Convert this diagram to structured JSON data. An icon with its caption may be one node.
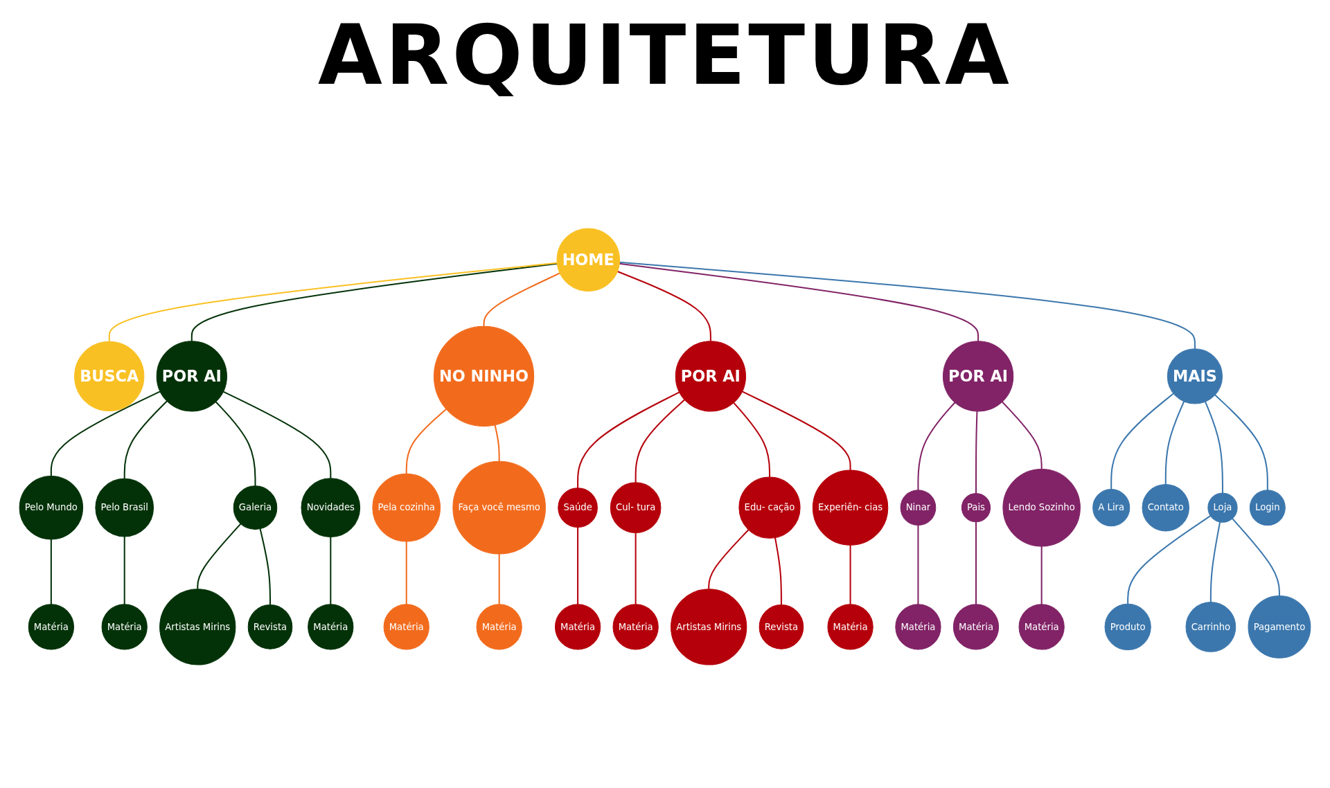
{
  "diagram": {
    "title": "ARQUITETURA",
    "nodes": [
      {
        "text": [
          "HOME"
        ]
      },
      {
        "text": [
          "BUSCA"
        ]
      },
      {
        "text": [
          "POR AI"
        ]
      },
      {
        "text": [
          "Pelo Mundo"
        ]
      },
      {
        "text": [
          "Matéria"
        ]
      },
      {
        "text": [
          "Pelo Brasil"
        ]
      },
      {
        "text": [
          "Matéria"
        ]
      },
      {
        "text": [
          "Galeria"
        ]
      },
      {
        "text": [
          "Artistas Mirins"
        ]
      },
      {
        "text": [
          "Revista"
        ]
      },
      {
        "text": [
          "Novidades"
        ]
      },
      {
        "text": [
          "Matéria"
        ]
      },
      {
        "text": [
          "NO NINHO"
        ]
      },
      {
        "text": [
          "Pela cozinha"
        ]
      },
      {
        "text": [
          "Matéria"
        ]
      },
      {
        "text": [
          "Faça você mesmo"
        ]
      },
      {
        "text": [
          "Matéria"
        ]
      },
      {
        "text": [
          "POR AI"
        ]
      },
      {
        "text": [
          "Saúde"
        ]
      },
      {
        "text": [
          "Matéria"
        ]
      },
      {
        "text": [
          "Cul- tura"
        ]
      },
      {
        "text": [
          "Matéria"
        ]
      },
      {
        "text": [
          "Edu- cação"
        ]
      },
      {
        "text": [
          "Artistas Mirins"
        ]
      },
      {
        "text": [
          "Revista"
        ]
      },
      {
        "text": [
          "Experiên- cias"
        ]
      },
      {
        "text": [
          "Matéria"
        ]
      },
      {
        "text": [
          "POR AI"
        ]
      },
      {
        "text": [
          "Ninar"
        ]
      },
      {
        "text": [
          "Matéria"
        ]
      },
      {
        "text": [
          "Pais"
        ]
      },
      {
        "text": [
          "Matéria"
        ]
      },
      {
        "text": [
          "Lendo Sozinho"
        ]
      },
      {
        "text": [
          "Matéria"
        ]
      },
      {
        "text": [
          "MAIS"
        ]
      },
      {
        "text": [
          "A Lira"
        ]
      },
      {
        "text": [
          "Contato"
        ]
      },
      {
        "text": [
          "Loja"
        ]
      },
      {
        "text": [
          "Produto"
        ]
      },
      {
        "text": [
          "Carrinho"
        ]
      },
      {
        "text": [
          "Pagamento"
        ]
      },
      {
        "text": [
          "Login"
        ]
      }
    ],
    "edges": [
      {
        "from": 0,
        "to": 2,
        "arrow": "none",
        "color": "#033208"
      },
      {
        "from": 2,
        "to": 3,
        "arrow": "none",
        "color": "#033208"
      },
      {
        "from": 3,
        "to": 4,
        "arrow": "none",
        "color": "#033208"
      },
      {
        "from": 2,
        "to": 5,
        "arrow": "none",
        "color": "#033208"
      },
      {
        "from": 5,
        "to": 6,
        "arrow": "none",
        "color": "#033208"
      },
      {
        "from": 2,
        "to": 7,
        "arrow": "none",
        "color": "#033208"
      },
      {
        "from": 7,
        "to": 8,
        "arrow": "none",
        "color": "#033208"
      },
      {
        "from": 7,
        "to": 9,
        "arrow": "none",
        "color": "#033208"
      },
      {
        "from": 2,
        "to": 10,
        "arrow": "none",
        "color": "#033208"
      },
      {
        "from": 10,
        "to": 11,
        "arrow": "none",
        "color": "#033208"
      },
      {
        "from": 0,
        "to": 12,
        "arrow": "none",
        "color": "#f26b1d"
      },
      {
        "from": 12,
        "to": 13,
        "arrow": "none",
        "color": "#f26b1d"
      },
      {
        "from": 13,
        "to": 14,
        "arrow": "none",
        "color": "#f26b1d"
      },
      {
        "from": 12,
        "to": 15,
        "arrow": "none",
        "color": "#f26b1d"
      },
      {
        "from": 15,
        "to": 16,
        "arrow": "none",
        "color": "#f26b1d"
      },
      {
        "from": 0,
        "to": 17,
        "arrow": "none",
        "color": "#b5000b"
      },
      {
        "from": 17,
        "to": 18,
        "arrow": "none",
        "color": "#b5000b"
      },
      {
        "from": 18,
        "to": 19,
        "arrow": "none",
        "color": "#b5000b"
      },
      {
        "from": 17,
        "to": 20,
        "arrow": "none",
        "color": "#b5000b"
      },
      {
        "from": 20,
        "to": 21,
        "arrow": "none",
        "color": "#b5000b"
      },
      {
        "from": 17,
        "to": 22,
        "arrow": "none",
        "color": "#b5000b"
      },
      {
        "from": 22,
        "to": 23,
        "arrow": "none",
        "color": "#b5000b"
      },
      {
        "from": 22,
        "to": 24,
        "arrow": "none",
        "color": "#b5000b"
      },
      {
        "from": 17,
        "to": 25,
        "arrow": "none",
        "color": "#b5000b"
      },
      {
        "from": 25,
        "to": 26,
        "arrow": "none",
        "color": "#b5000b"
      },
      {
        "from": 0,
        "to": 27,
        "arrow": "none",
        "color": "#812366"
      },
      {
        "from": 27,
        "to": 28,
        "arrow": "none",
        "color": "#812366"
      },
      {
        "from": 28,
        "to": 29,
        "arrow": "none",
        "color": "#812366"
      },
      {
        "from": 27,
        "to": 30,
        "arrow": "none",
        "color": "#812366"
      },
      {
        "from": 30,
        "to": 31,
        "arrow": "none",
        "color": "#812366"
      },
      {
        "from": 27,
        "to": 32,
        "arrow": "none",
        "color": "#812366"
      },
      {
        "from": 32,
        "to": 33,
        "arrow": "none",
        "color": "#812366"
      },
      {
        "from": 0,
        "to": 34,
        "arrow": "none",
        "color": "#3b77ad"
      },
      {
        "from": 34,
        "to": 35,
        "arrow": "none",
        "color": "#3b77ad"
      },
      {
        "from": 34,
        "to": 36,
        "arrow": "none",
        "color": "#3b77ad"
      },
      {
        "from": 34,
        "to": 37,
        "arrow": "none",
        "color": "#3b77ad"
      },
      {
        "from": 37,
        "to": 38,
        "arrow": "none",
        "color": "#3b77ad"
      },
      {
        "from": 37,
        "to": 39,
        "arrow": "none",
        "color": "#3b77ad"
      },
      {
        "from": 37,
        "to": 40,
        "arrow": "none",
        "color": "#3b77ad"
      },
      {
        "from": 34,
        "to": 41,
        "arrow": "none",
        "color": "#3b77ad"
      },
      {
        "from": 0,
        "to": 1,
        "arrow": "none",
        "color": "#f9c023"
      }
    ]
  }
}
